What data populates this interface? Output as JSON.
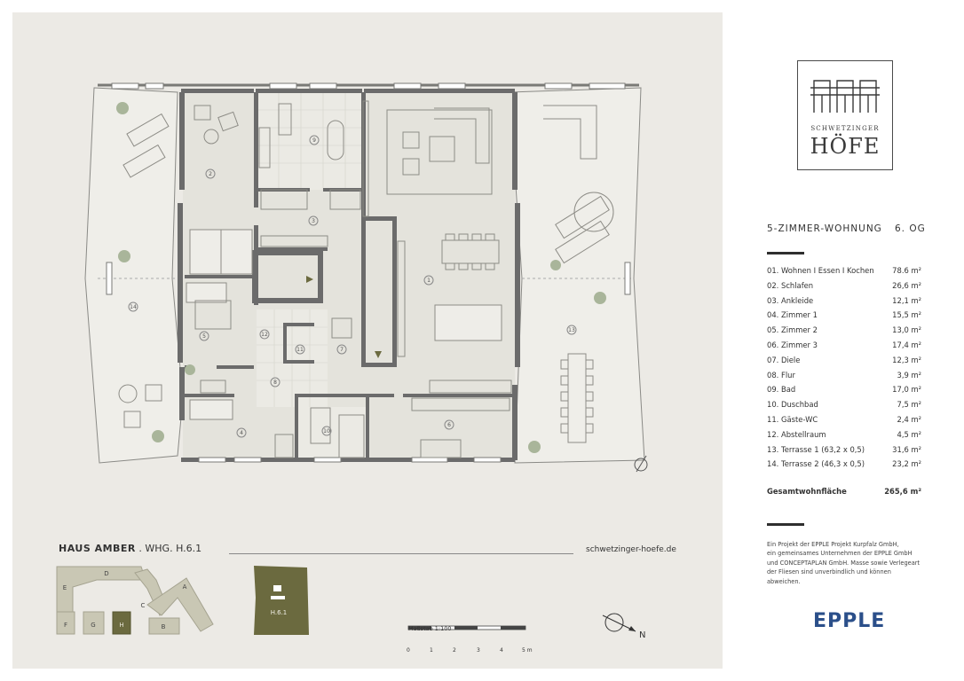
{
  "project": {
    "name_line1": "SCHWETZINGER",
    "name_line2": "HÖFE",
    "website": "schwetzinger-hoefe.de",
    "developer": "EPPLE"
  },
  "apartment": {
    "type": "5-ZIMMER-WOHNUNG",
    "floor": "6. OG",
    "house": "HAUS AMBER",
    "separator": ".",
    "unit": "WHG. H.6.1",
    "unit_badge": "H.6.1"
  },
  "rooms": [
    {
      "no": "01.",
      "name": "Wohnen I Essen I Kochen",
      "area": "78.6 m²"
    },
    {
      "no": "02.",
      "name": "Schlafen",
      "area": "26,6 m²"
    },
    {
      "no": "03.",
      "name": "Ankleide",
      "area": "12,1 m²"
    },
    {
      "no": "04.",
      "name": "Zimmer 1",
      "area": "15,5 m²"
    },
    {
      "no": "05.",
      "name": "Zimmer 2",
      "area": "13,0 m²"
    },
    {
      "no": "06.",
      "name": "Zimmer 3",
      "area": "17,4 m²"
    },
    {
      "no": "07.",
      "name": "Diele",
      "area": "12,3 m²"
    },
    {
      "no": "08.",
      "name": "Flur",
      "area": "3,9 m²"
    },
    {
      "no": "09.",
      "name": "Bad",
      "area": "17,0 m²"
    },
    {
      "no": "10.",
      "name": "Duschbad",
      "area": "7,5 m²"
    },
    {
      "no": "11.",
      "name": "Gäste-WC",
      "area": "2,4 m²"
    },
    {
      "no": "12.",
      "name": "Abstellraum",
      "area": "4,5 m²"
    },
    {
      "no": "13.",
      "name": "Terrasse 1 (63,2 x 0,5)",
      "area": "31,6 m²"
    },
    {
      "no": "14.",
      "name": "Terrasse 2 (46,3 x 0,5)",
      "area": "23,2 m²"
    }
  ],
  "total": {
    "label": "Gesamtwohnfläche",
    "area": "265,6 m²"
  },
  "disclaimer": [
    "Ein Projekt der EPPLE Projekt Kurpfalz GmbH,",
    "ein gemeinsames Unternehmen der EPPLE GmbH",
    "und CONCEPTAPLAN GmbH. Masse sowie Verlegeart",
    "der Fliesen sind unverbindlich und können",
    "abweichen."
  ],
  "plan_room_numbers": [
    "1",
    "2",
    "3",
    "4",
    "5",
    "6",
    "7",
    "8",
    "9",
    "10",
    "11",
    "12",
    "13",
    "14"
  ],
  "site_plan_labels": {
    "a": "A",
    "b": "B",
    "c": "C",
    "d": "D",
    "e": "E",
    "f": "F",
    "g": "G",
    "h": "H"
  },
  "scale": {
    "title": "Maßstab 1:100",
    "ticks": [
      "0",
      "1",
      "2",
      "3",
      "4",
      "5 m"
    ]
  },
  "north_label": "N",
  "colors": {
    "wall": "#6b6b6b",
    "room_fill": "#e2e1da",
    "terrace_fill": "#eceae4",
    "accent_olive": "#6b6a3f",
    "site_block": "#c9c7b4",
    "brand_blue": "#2b4f8a"
  }
}
